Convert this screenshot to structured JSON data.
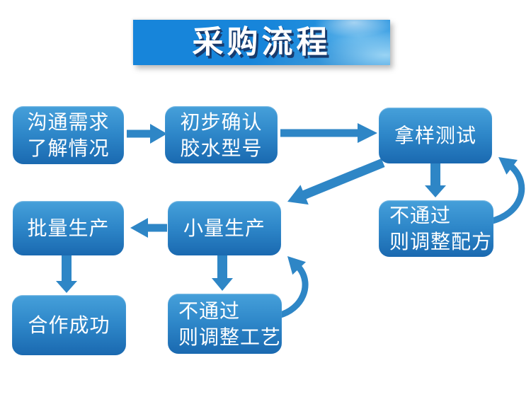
{
  "banner": {
    "title": "采购流程"
  },
  "nodes": {
    "communicate": {
      "line1": "沟通需求",
      "line2": "了解情况"
    },
    "confirm": {
      "line1": "初步确认",
      "line2": "胶水型号"
    },
    "sample": {
      "line1": "拿样测试"
    },
    "adjust_formula": {
      "line1": "不通过",
      "line2": "则调整配方"
    },
    "mass_production": {
      "line1": "批量生产"
    },
    "small_production": {
      "line1": "小量生产"
    },
    "success": {
      "line1": "合作成功"
    },
    "adjust_process": {
      "line1": "不通过",
      "line2": "则调整工艺"
    }
  },
  "edges": [
    {
      "from": "communicate",
      "to": "confirm",
      "type": "straight-right"
    },
    {
      "from": "confirm",
      "to": "sample",
      "type": "straight-right"
    },
    {
      "from": "sample",
      "to": "adjust_formula",
      "type": "straight-down"
    },
    {
      "from": "adjust_formula",
      "to": "sample",
      "type": "curved-retry"
    },
    {
      "from": "sample",
      "to": "small_production",
      "type": "diagonal"
    },
    {
      "from": "small_production",
      "to": "mass_production",
      "type": "straight-left"
    },
    {
      "from": "small_production",
      "to": "adjust_process",
      "type": "straight-down"
    },
    {
      "from": "adjust_process",
      "to": "small_production",
      "type": "curved-retry"
    },
    {
      "from": "mass_production",
      "to": "success",
      "type": "straight-down"
    }
  ],
  "colors": {
    "arrow": "#2e86c6",
    "node_gradient_top": "#46a0da",
    "node_gradient_mid": "#2e87c9",
    "node_gradient_bottom": "#1a69b0",
    "banner_base": "#1785da",
    "title_shadow": "#173a6d",
    "text": "#ffffff"
  }
}
